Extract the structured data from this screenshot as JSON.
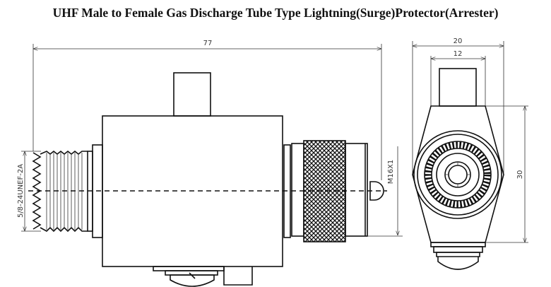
{
  "title": "UHF Male to Female Gas Discharge Tube Type Lightning(Surge)Protector(Arrester)",
  "dimensions": {
    "length": "77",
    "thread_left": "5/8-24UNEF-2A",
    "thread_right": "M16X1",
    "width_total": "20",
    "width_tab": "12",
    "height": "30"
  }
}
